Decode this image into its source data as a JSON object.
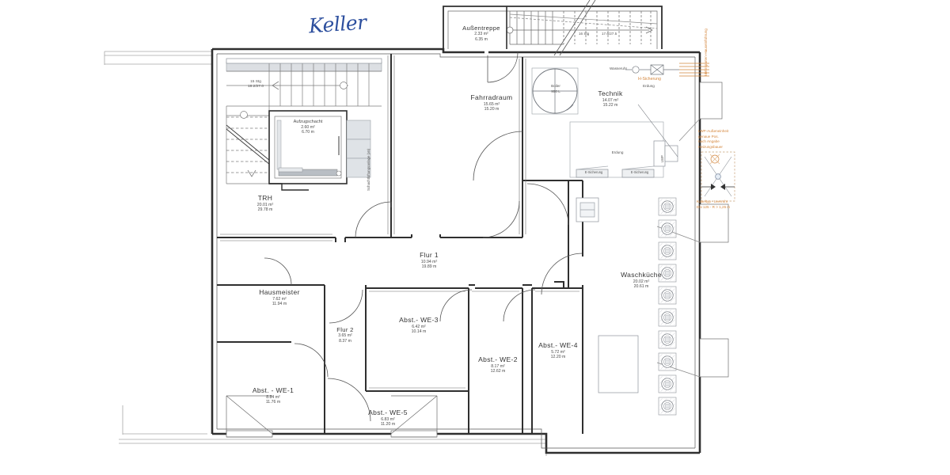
{
  "title_handwritten": "Keller",
  "units": {
    "area": "m²",
    "perimeter": "m"
  },
  "colors": {
    "wall": "#2f2f2f",
    "thin_line": "#9a9a9a",
    "text": "#333333",
    "annotation_orange": "#d4863c",
    "handwriting_blue": "#2d4f9e",
    "fixture_gray": "#c9cdd3",
    "background": "#ffffff"
  },
  "rooms": [
    {
      "id": "trh",
      "name": "TRH",
      "area": "20.01 m²",
      "perimeter": "29.78 m"
    },
    {
      "id": "aufzug",
      "name": "Aufzugschacht",
      "area": "2.60 m²",
      "perimeter": "6.70 m"
    },
    {
      "id": "fahrradraum",
      "name": "Fahrradraum",
      "area": "15.65 m²",
      "perimeter": "15.20 m"
    },
    {
      "id": "technik",
      "name": "Technik",
      "area": "14.07 m²",
      "perimeter": "15.22 m"
    },
    {
      "id": "aussentreppe",
      "name": "Außentreppe",
      "area": "2.33 m²",
      "perimeter": "6.35 m"
    },
    {
      "id": "flur1",
      "name": "Flur 1",
      "area": "10.94 m²",
      "perimeter": "19.89 m"
    },
    {
      "id": "flur2",
      "name": "Flur 2",
      "area": "3.65 m²",
      "perimeter": "8.37 m"
    },
    {
      "id": "hausmeister",
      "name": "Hausmeister",
      "area": "7.62 m²",
      "perimeter": "11.94 m"
    },
    {
      "id": "waschkueche",
      "name": "Waschküche",
      "area": "20.02 m²",
      "perimeter": "20.61 m"
    },
    {
      "id": "abst_we1",
      "name": "Abst. - WE-1",
      "area": "8.84 m²",
      "perimeter": "11.76 m"
    },
    {
      "id": "abst_we2",
      "name": "Abst.- WE-2",
      "area": "8.17 m²",
      "perimeter": "12.62 m"
    },
    {
      "id": "abst_we3",
      "name": "Abst.- WE-3",
      "area": "6.42 m²",
      "perimeter": "10.14 m"
    },
    {
      "id": "abst_we4",
      "name": "Abst.- WE-4",
      "area": "5.72 m²",
      "perimeter": "12.20 m"
    },
    {
      "id": "abst_we5",
      "name": "Abst.- WE-5",
      "area": "6.83 m²",
      "perimeter": "11.20 m"
    }
  ],
  "stairs": [
    {
      "id": "stair_interior",
      "count": "15 Stg",
      "dims": "18.2/27.0"
    },
    {
      "id": "stair_exterior",
      "count": "16 Stg",
      "dims": "17.6/27.5"
    }
  ],
  "equipment": {
    "boiler_label": "Boiler",
    "boiler_volume": "950 L",
    "water_meter": "Wasseruhr",
    "grounding": "Erdung",
    "grounding_technik": "Erdung",
    "fuse_e_1": "E-Sicherung",
    "fuse_e_2": "E-Sicherung",
    "fuse_h": "H-Sicherung",
    "heat_pump_tag": "LWP",
    "shaft_ventilation": "Schachtlüftungsanlage (x6)"
  },
  "annotations": [
    {
      "id": "mehrsparten",
      "text": "Mehrsparten-Hauseinführung",
      "orientation": "vertical",
      "color": "#d4863c"
    },
    {
      "id": "lwp_note",
      "text_lines": [
        "LWP-Außeneinheit",
        "genaue Pos.",
        "nach Angabe",
        "Heizungsbauer"
      ],
      "orientation": "horizontal",
      "color": "#d4863c"
    },
    {
      "id": "leerrohr",
      "text_lines": [
        "Kabeltyp - Leerrohr",
        "DN 125 - R > 1,25 m"
      ],
      "orientation": "horizontal",
      "color": "#d4863c"
    }
  ],
  "appliances": {
    "name": "washing-machine-row",
    "count": 10,
    "location": "Waschküche east wall"
  }
}
